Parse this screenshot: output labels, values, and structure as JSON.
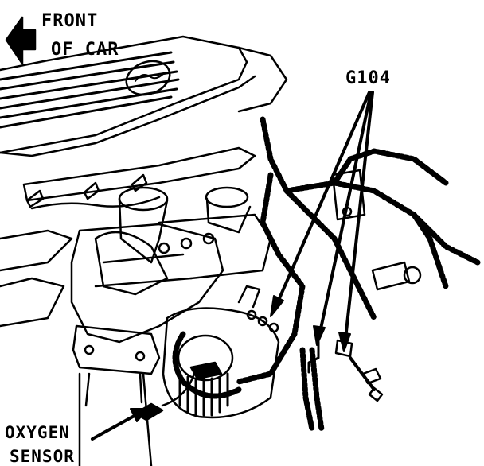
{
  "labels": {
    "front_of_car": [
      "FRONT",
      "OF CAR"
    ],
    "ground": "G104",
    "oxygen_sensor": [
      "OXYGEN",
      "SENSOR"
    ]
  },
  "colors": {
    "ink": "#000000",
    "paper": "#ffffff"
  },
  "icons": {
    "direction": "arrow-front-icon"
  }
}
